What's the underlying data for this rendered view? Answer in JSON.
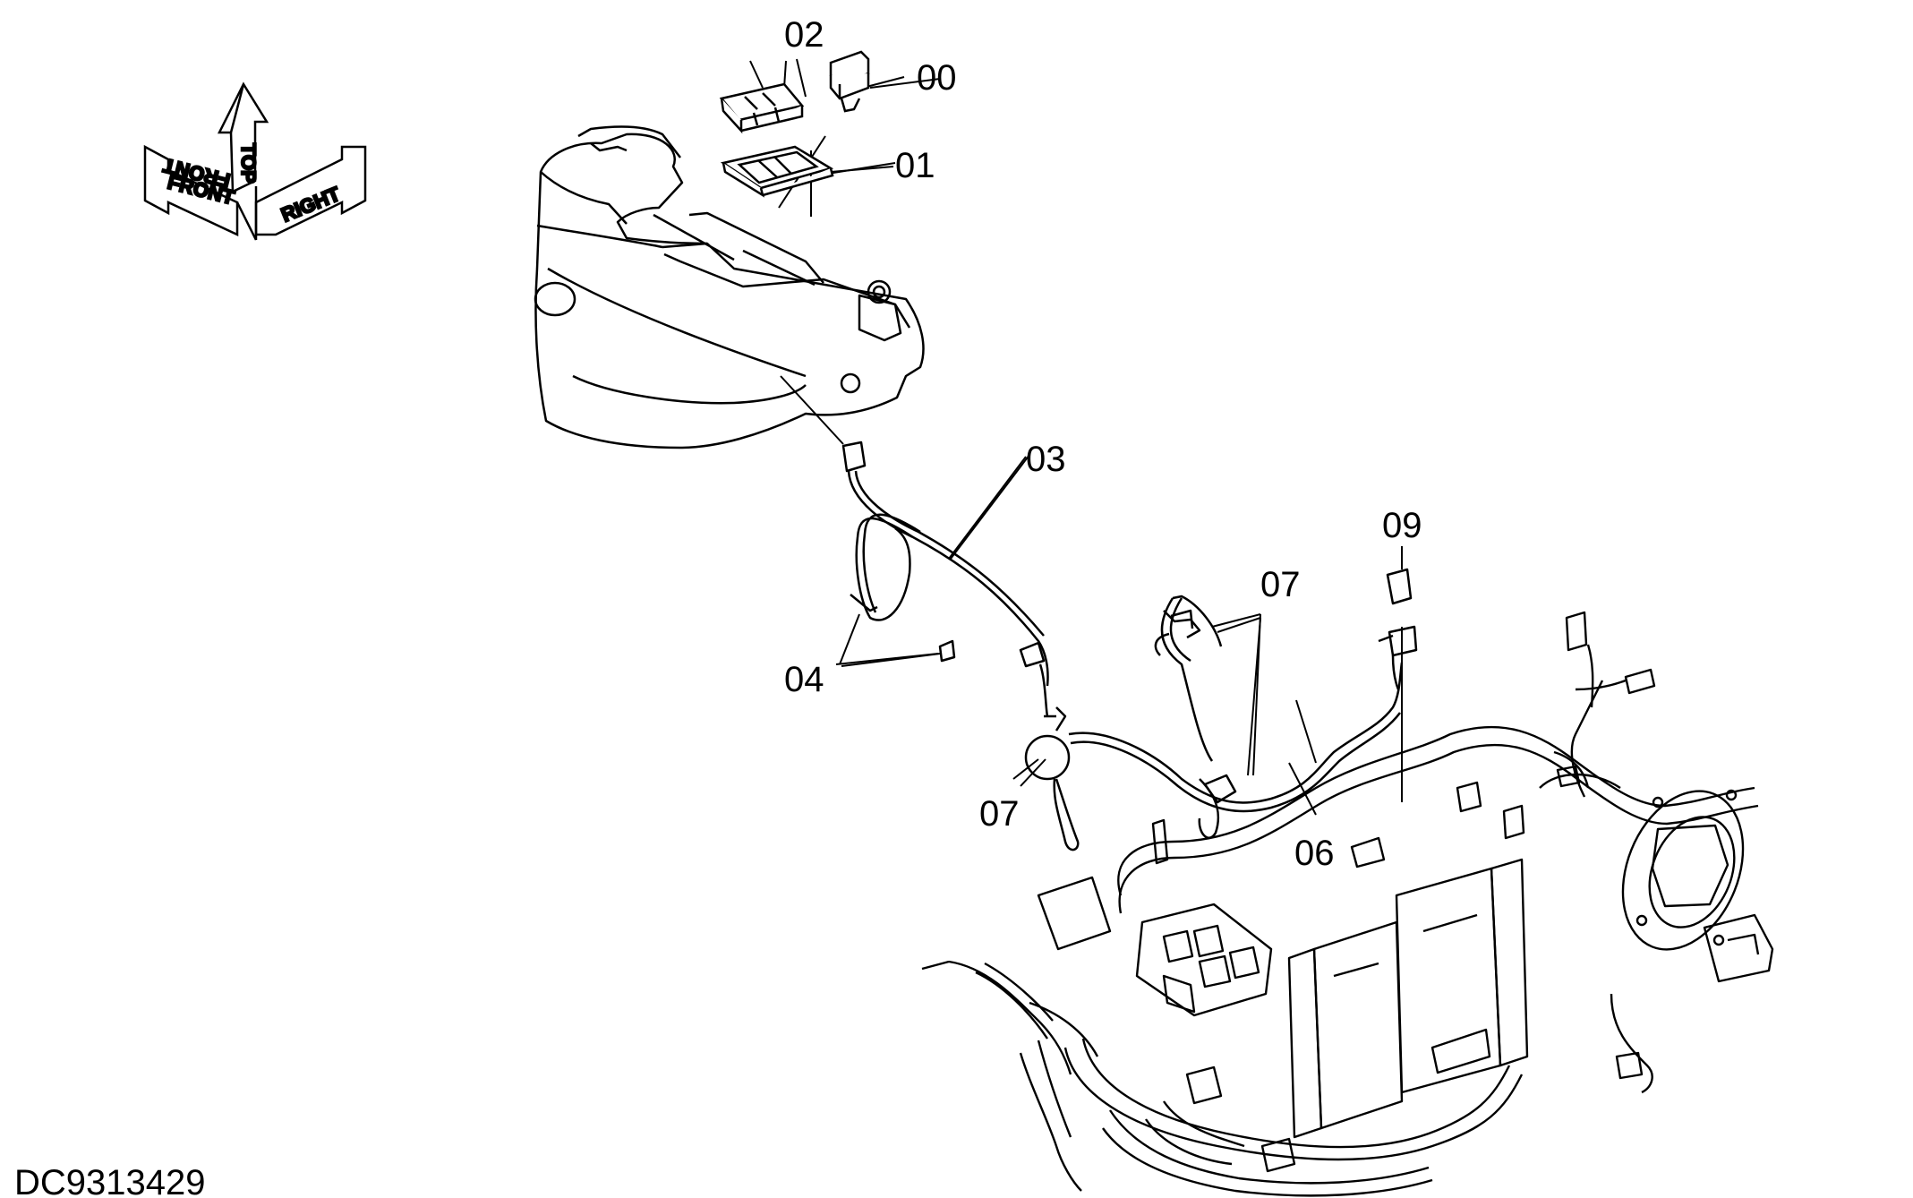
{
  "diagram": {
    "drawing_id": "DC9313429",
    "orientation": {
      "front": "FRONT",
      "top": "TOP",
      "right": "RIGHT"
    },
    "callouts": {
      "c00": "00",
      "c01": "01",
      "c02": "02",
      "c03": "03",
      "c04": "04",
      "c06": "06",
      "c07a": "07",
      "c07b": "07",
      "c09": "09"
    },
    "colors": {
      "line": "#000000",
      "background": "#ffffff"
    }
  }
}
